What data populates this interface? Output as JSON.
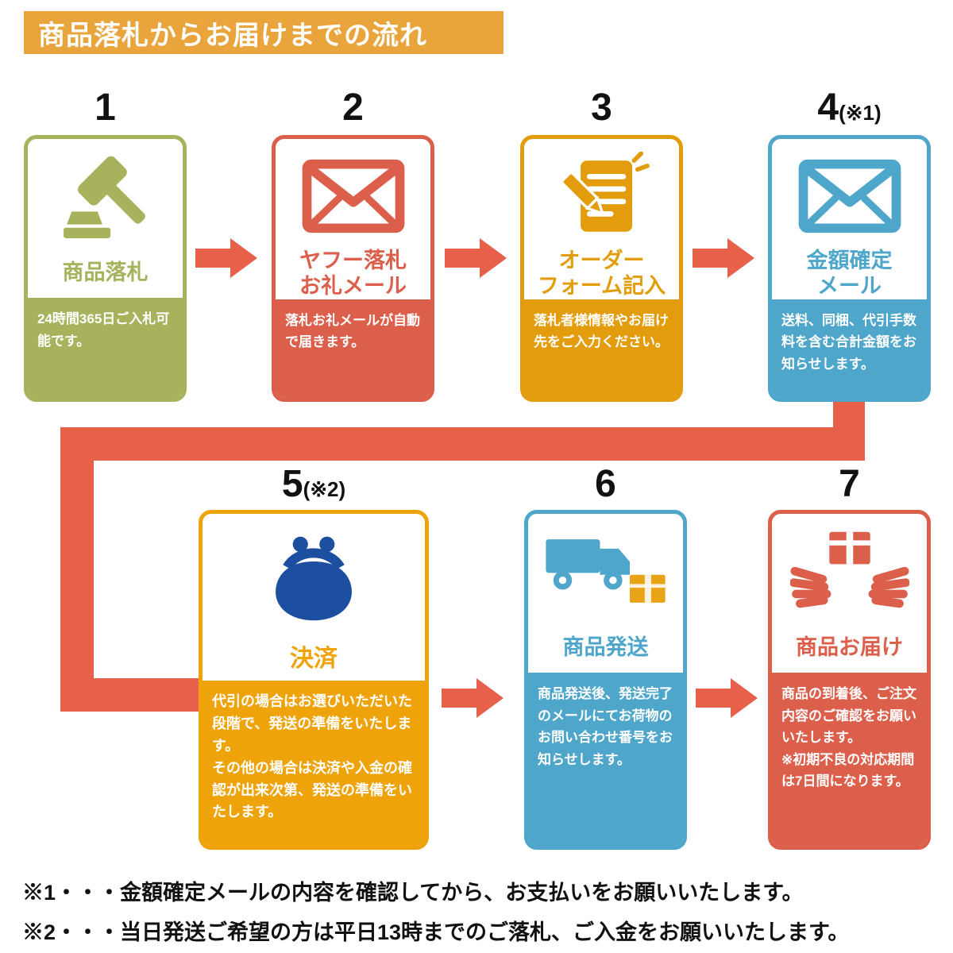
{
  "title": "商品落札からお届けまでの流れ",
  "colors": {
    "banner": "#E9A43C",
    "arrow": "#E6604A",
    "olive": "#A8B25C",
    "red": "#DC5F4B",
    "orange": "#E39C0B",
    "blue": "#4FA6CB",
    "orange_bright": "#EFA30B",
    "purse_navy": "#1C4F9F",
    "box_orange": "#E9A317",
    "text": "#111111"
  },
  "steps": [
    {
      "number": "1",
      "note": "",
      "label": "商品落札",
      "desc": "24時間365日ご入札可能です。",
      "color": "#A8B25C",
      "icon": "gavel-icon"
    },
    {
      "number": "2",
      "note": "",
      "label": "ヤフー落札\nお礼メール",
      "desc": "落札お礼メールが自動で届きます。",
      "color": "#DC5F4B",
      "icon": "mail-icon"
    },
    {
      "number": "3",
      "note": "",
      "label": "オーダー\nフォーム記入",
      "desc": "落札者様情報やお届け先をご入力ください。",
      "color": "#E39C0B",
      "icon": "order-form-icon"
    },
    {
      "number": "4",
      "note": "(※1)",
      "label": "金額確定\nメール",
      "desc": "送料、同梱、代引手数料を含む合計金額をお知らせします。",
      "color": "#4FA6CB",
      "icon": "mail-icon"
    },
    {
      "number": "5",
      "note": "(※2)",
      "label": "決済",
      "desc": "代引の場合はお選びいただいた段階で、発送の準備をいたします。\nその他の場合は決済や入金の確認が出来次第、発送の準備をいたします。",
      "color": "#EFA30B",
      "icon": "coin-purse-icon"
    },
    {
      "number": "6",
      "note": "",
      "label": "商品発送",
      "desc": "商品発送後、発送完了のメールにてお荷物のお問い合わせ番号をお知らせします。",
      "color": "#4FA6CB",
      "icon": "truck-icon"
    },
    {
      "number": "7",
      "note": "",
      "label": "商品お届け",
      "desc": "商品の到着後、ご注文内容のご確認をお願いいたします。\n※初期不良の対応期間は7日間になります。",
      "color": "#DC5F4B",
      "icon": "hands-delivery-icon"
    }
  ],
  "footnotes": [
    "※1・・・金額確定メールの内容を確認してから、お支払いをお願いいたします。",
    "※2・・・当日発送ご希望の方は平日13時までのご落札、ご入金をお願いいたします。"
  ]
}
